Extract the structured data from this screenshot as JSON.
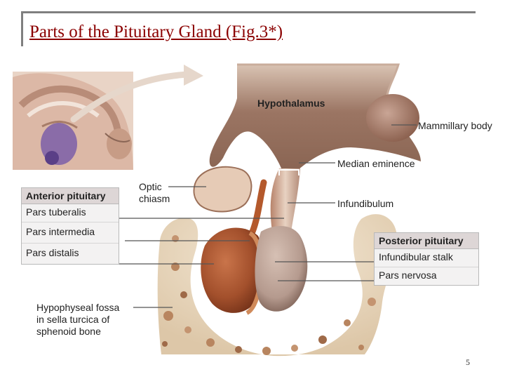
{
  "slide": {
    "title": "Parts of the Pituitary Gland (Fig.3*)",
    "page_number": "5"
  },
  "diagram": {
    "hypothalamus": "Hypothalamus",
    "mammillary_body": "Mammillary body",
    "median_eminence": "Median eminence",
    "optic_chiasm": [
      "Optic",
      "chiasm"
    ],
    "infundibulum": "Infundibulum",
    "hypophyseal_fossa": [
      "Hypophyseal fossa",
      "in sella turcica of",
      "sphenoid bone"
    ],
    "anterior_pituitary": {
      "heading": "Anterior pituitary",
      "items": [
        "Pars tuberalis",
        "Pars intermedia",
        "Pars distalis"
      ]
    },
    "posterior_pituitary": {
      "heading": "Posterior pituitary",
      "items": [
        "Infundibular stalk",
        "Pars nervosa"
      ]
    }
  },
  "colors": {
    "title": "#8b0000",
    "anterior_lobe": "#a3502c",
    "posterior_lobe": "#b59a8e",
    "brain_tissue": "#8e6a58",
    "bone": "#ead9c1"
  }
}
